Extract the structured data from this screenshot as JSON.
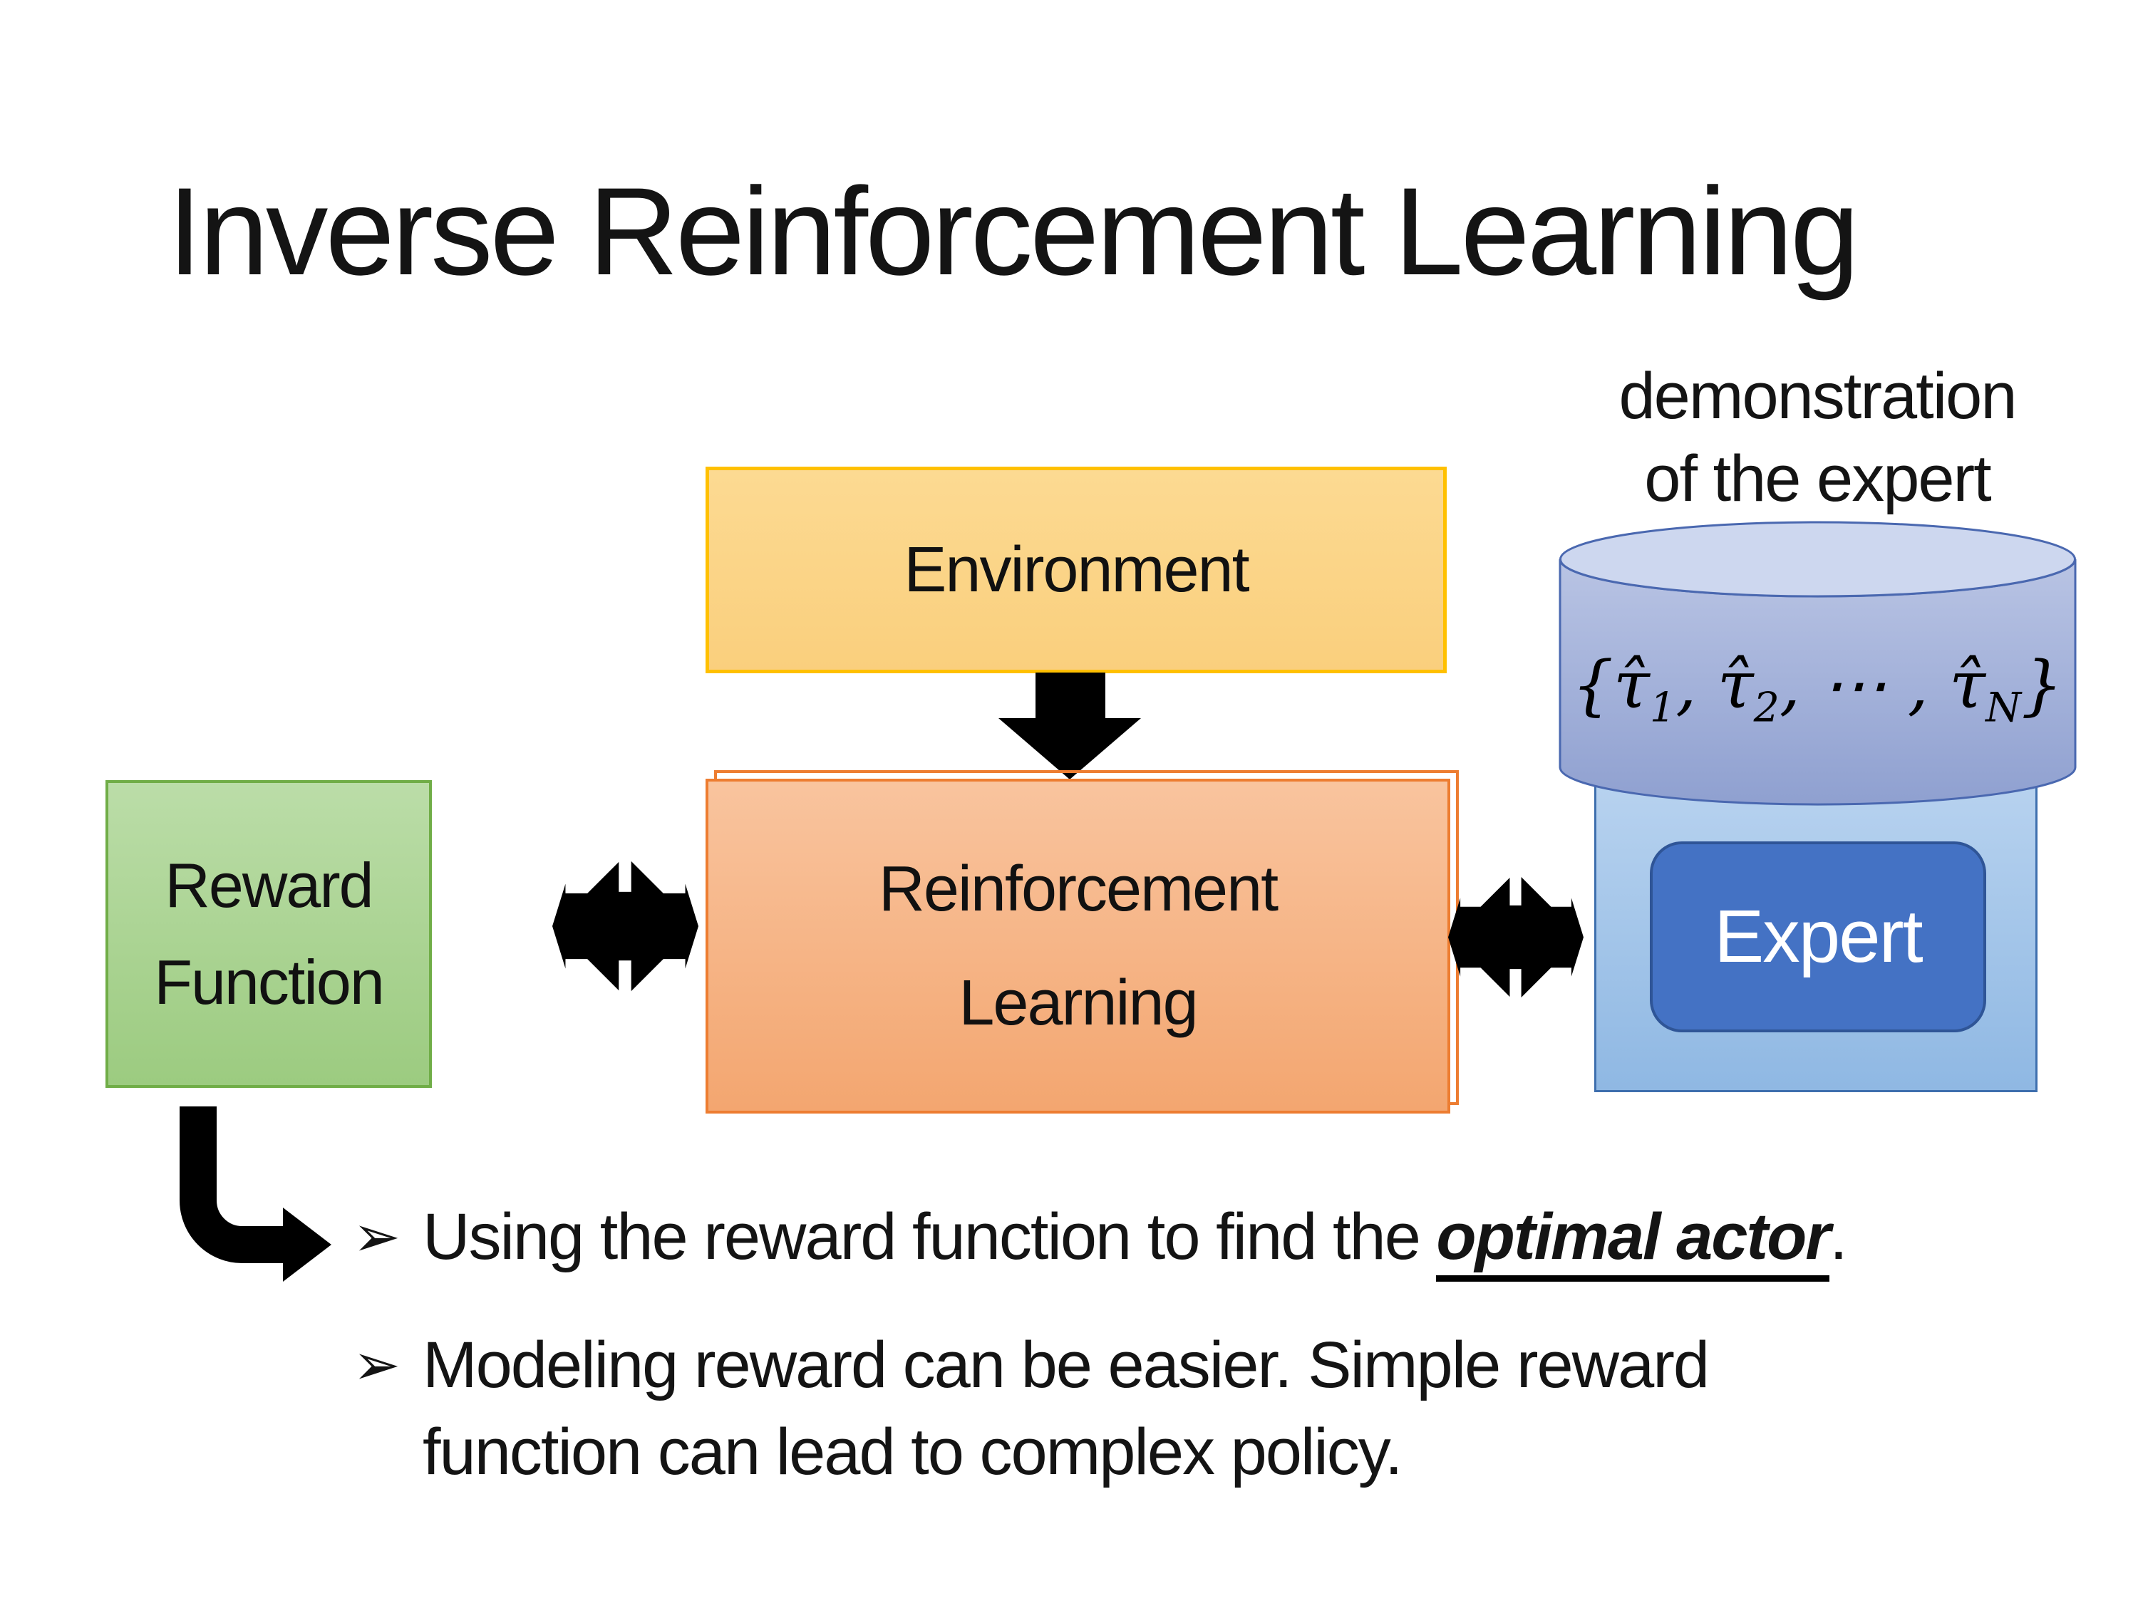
{
  "title": "Inverse Reinforcement Learning",
  "annotation": {
    "line1": "demonstration",
    "line2": "of the expert"
  },
  "boxes": {
    "environment": {
      "label": "Environment",
      "fill": "#FACF7D",
      "border": "#FFC000"
    },
    "reward": {
      "line1": "Reward",
      "line2": "Function",
      "fill": "#9CCB80",
      "border": "#70AD47"
    },
    "reinforcement_learning": {
      "line1": "Reinforcement",
      "line2": "Learning",
      "fill": "#F3A670",
      "border": "#ED7D31"
    },
    "expert_panel": {
      "fill": "#9DC3E6",
      "border": "#3E6FAE"
    },
    "expert": {
      "label": "Expert",
      "fill": "#4472C4",
      "border": "#2F5597",
      "text_color": "#FFFFFF"
    }
  },
  "database": {
    "fill": "#9AA9D6",
    "top_fill": "#CDD7EF",
    "border": "#4A68B0",
    "formula": {
      "open": "{",
      "tau1": "τ̂",
      "sub1": "1",
      "comma1": ", ",
      "tau2": "τ̂",
      "sub2": "2",
      "comma2": ", ⋯ , ",
      "tau3": "τ̂",
      "sub3": "N",
      "close": "}"
    }
  },
  "arrows": {
    "color": "#000000"
  },
  "bullets": [
    {
      "marker": "➢",
      "prefix": "Using the reward function to find the ",
      "emphasis": "optimal actor",
      "suffix": "."
    },
    {
      "marker": "➢",
      "text": "Modeling reward can be easier. Simple reward function can lead to complex policy."
    }
  ]
}
